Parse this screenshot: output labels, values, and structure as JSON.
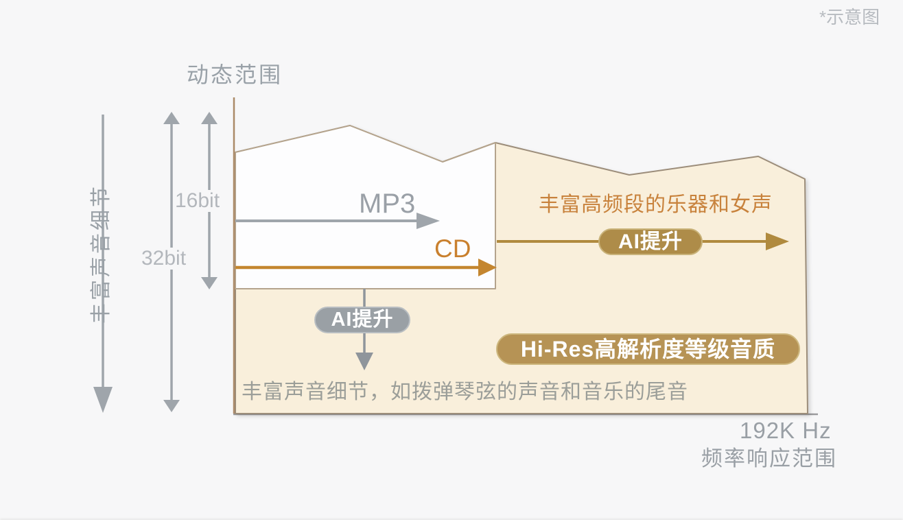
{
  "page": {
    "annotation_mark": "*示意图",
    "background_color": "#f7f7f8"
  },
  "y_axis": {
    "title": "动态范围",
    "label_16bit": "16bit",
    "label_32bit": "32bit"
  },
  "left_axis": {
    "label": "丰富声音细节"
  },
  "x_axis": {
    "max_value": "192K Hz",
    "title": "频率响应范围"
  },
  "formats": {
    "mp3_label": "MP3",
    "cd_label": "CD"
  },
  "annotations": {
    "high_freq_note": "丰富高频段的乐器和女声",
    "detail_note": "丰富声音细节，如拨弹琴弦的声音和音乐的尾音"
  },
  "badges": {
    "ai_boost_right": "AI提升",
    "ai_boost_down": "AI提升",
    "hires": "Hi-Res高解析度等级音质"
  },
  "colors": {
    "background": "#f7f7f8",
    "hires_area_fill": "#f9efdb",
    "hires_area_border": "#9c8d7a",
    "white_area_fill": "#fdfdfe",
    "white_area_border": "#b4a38c",
    "axis_tan": "#ab8a68",
    "gray_arrow": "#9fa5ab",
    "gray_text": "#99a1a8",
    "light_gray_text": "#b3b7bc",
    "cd_orange": "#c4862f",
    "orange_text": "#c8823c",
    "ai_gold_pill": "#ae8c49",
    "ai_gray_pill": "#9aa0a5",
    "hires_gold_pill": "#b69355",
    "baseline_gray": "#9b9b9d"
  }
}
